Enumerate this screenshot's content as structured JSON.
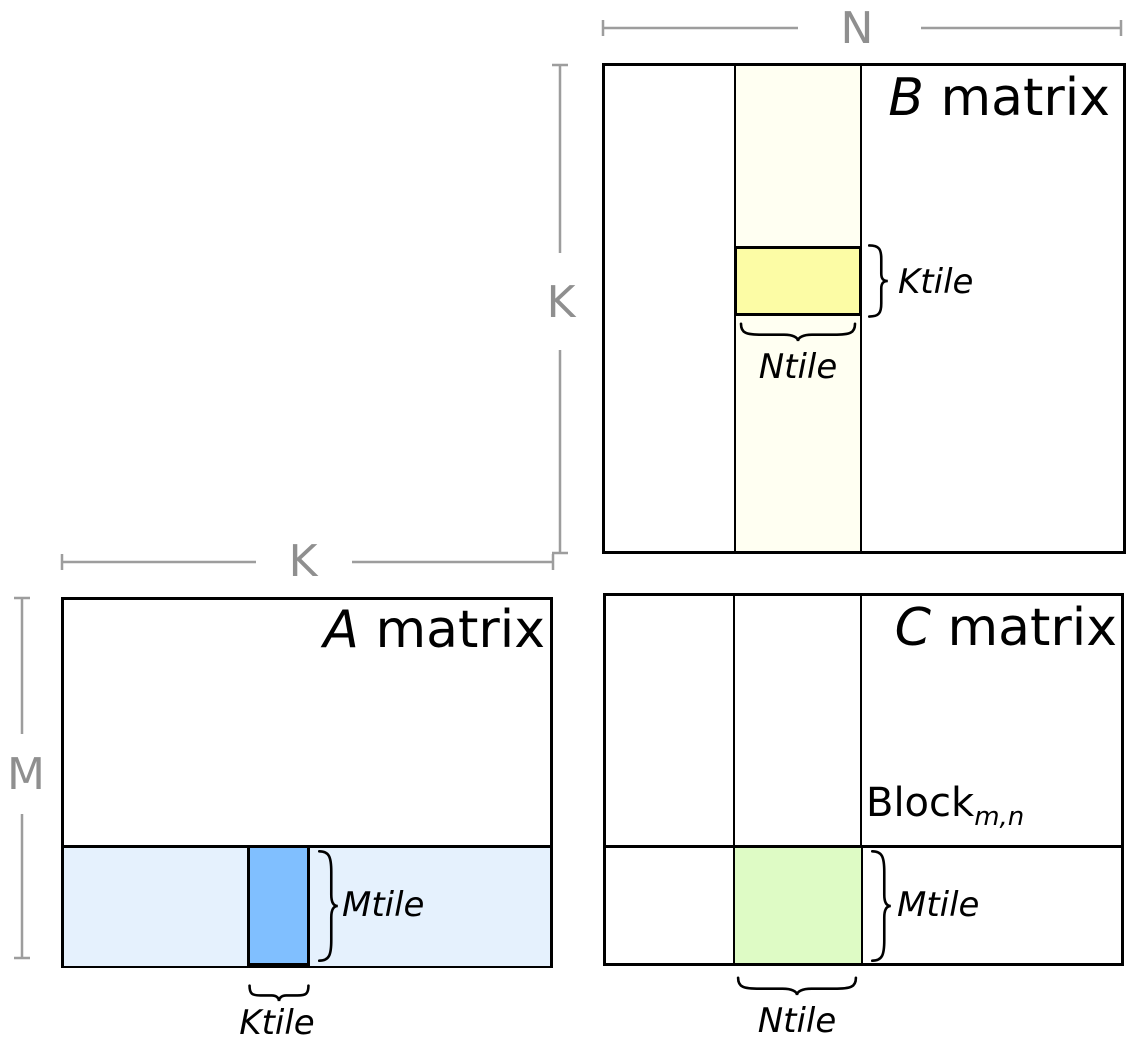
{
  "diagram": {
    "description": "GEMM matrix tiling diagram: A (M x K), B (K x N), C (M x N) with Mtile/Ntile/Ktile blocking",
    "matrices": {
      "b": {
        "letter": "B",
        "word": "matrix"
      },
      "a": {
        "letter": "A",
        "word": "matrix"
      },
      "c": {
        "letter": "C",
        "word": "matrix"
      }
    },
    "dimension_labels": {
      "n_top_of_b": "N",
      "k_left_of_b": "K",
      "k_top_of_a": "K",
      "m_left_of_a": "M"
    },
    "tile_labels": {
      "b_ktile": "Ktile",
      "b_ntile": "Ntile",
      "a_mtile": "Mtile",
      "a_ktile": "Ktile",
      "c_mtile": "Mtile",
      "c_ntile": "Ntile"
    },
    "block_label": {
      "base": "Block",
      "subscript": "m,n"
    },
    "colors": {
      "b_strip_cream": "#FFFFF2",
      "b_ktile_yellow": "#FCFCA5",
      "a_band_light_blue": "#E5F1FD",
      "a_tile_blue": "#80BFFF",
      "c_tile_green": "#DEFBC5",
      "dimension_gray": "#9D9D9D",
      "outline_black": "#000000"
    }
  }
}
